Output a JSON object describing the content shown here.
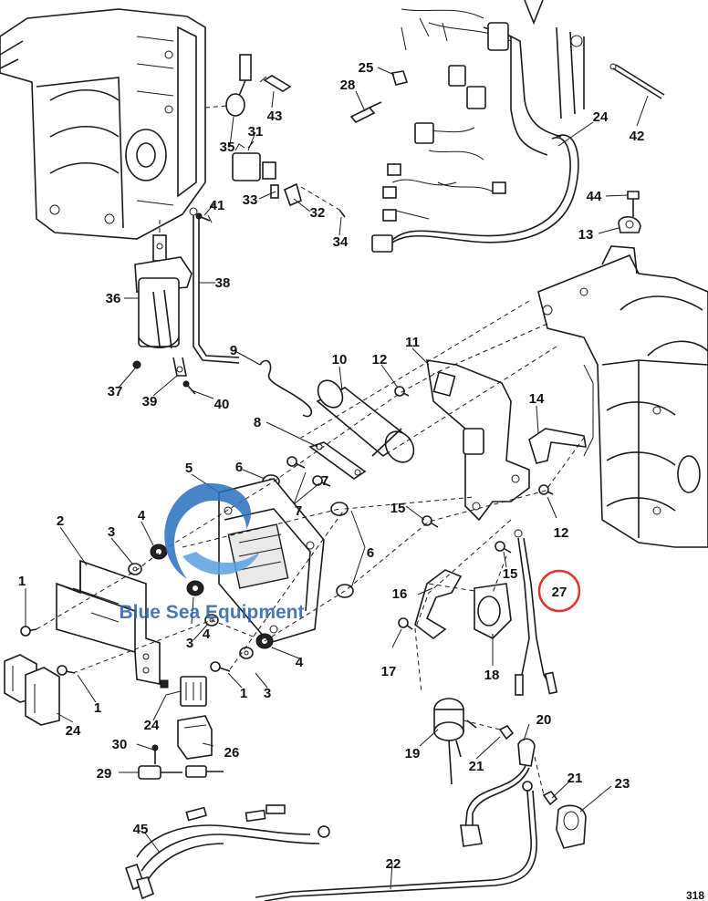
{
  "diagram": {
    "part_numbers": [
      "1",
      "2",
      "3",
      "4",
      "5",
      "6",
      "7",
      "8",
      "9",
      "10",
      "11",
      "12",
      "13",
      "14",
      "15",
      "16",
      "17",
      "18",
      "19",
      "20",
      "21",
      "22",
      "23",
      "24",
      "25",
      "26",
      "28",
      "29",
      "30",
      "31",
      "32",
      "33",
      "34",
      "35",
      "36",
      "37",
      "38",
      "39",
      "40",
      "41",
      "42",
      "43",
      "44",
      "45"
    ],
    "highlighted_part": "27",
    "highlight_color": "#e0352b",
    "corner_code": "318",
    "watermark": {
      "text": "Blue Sea Equipment",
      "color": "#2a5fa8"
    }
  }
}
